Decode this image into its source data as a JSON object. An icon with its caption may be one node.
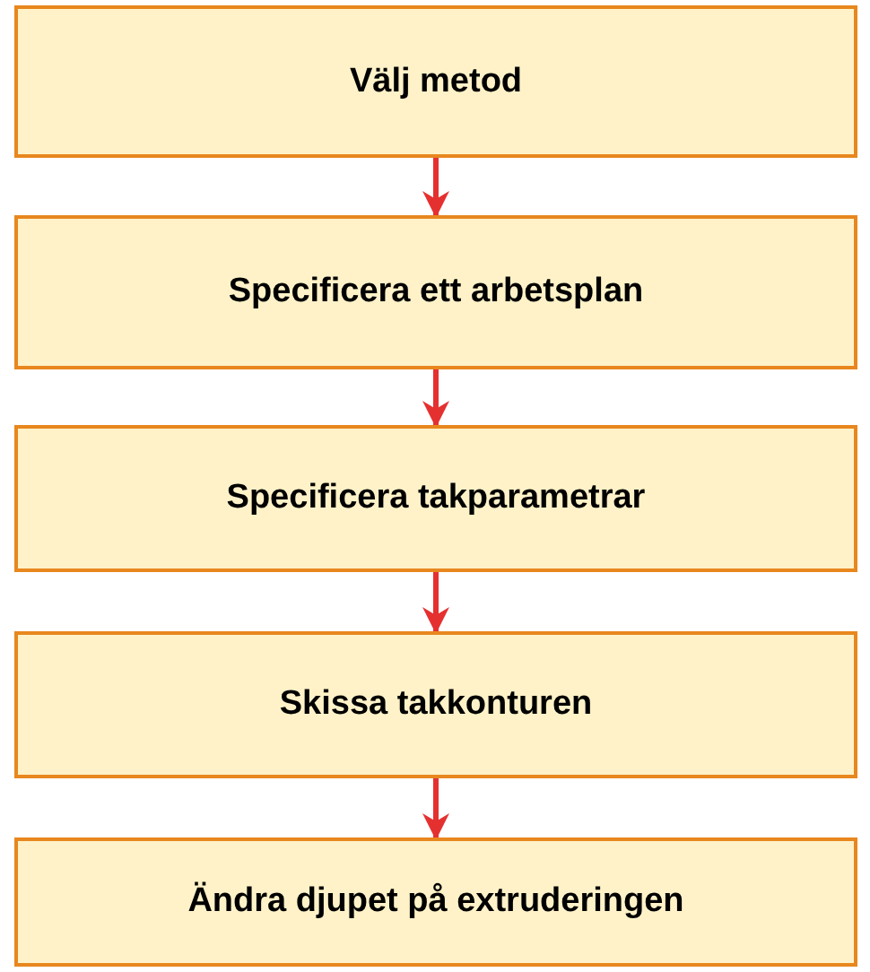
{
  "diagram": {
    "nodes": [
      {
        "text": [
          "Välj metod"
        ]
      },
      {
        "text": [
          "Specificera ett arbetsplan"
        ]
      },
      {
        "text": [
          "Specificera takparametrar"
        ]
      },
      {
        "text": [
          "Skissa takkonturen"
        ]
      },
      {
        "text": [
          "Ändra djupet på extruderingen"
        ]
      }
    ],
    "edges": [
      {
        "from": 0,
        "to": 1,
        "arrow": "to"
      },
      {
        "from": 1,
        "to": 2,
        "arrow": "to"
      },
      {
        "from": 2,
        "to": 3,
        "arrow": "to"
      },
      {
        "from": 3,
        "to": 4,
        "arrow": "to"
      }
    ]
  }
}
